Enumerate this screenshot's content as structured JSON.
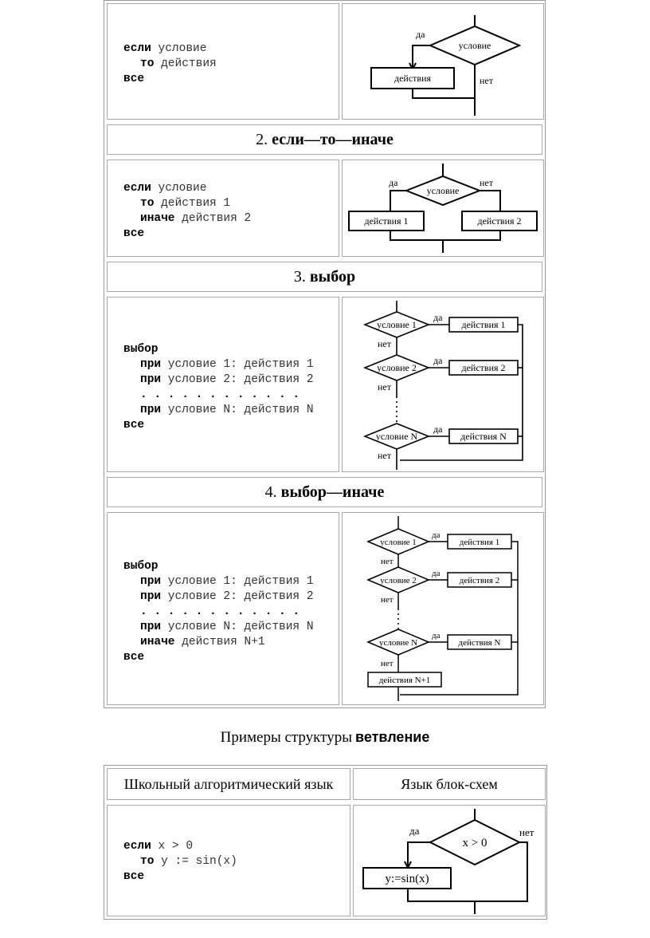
{
  "sections": [
    {
      "code": {
        "line1_kw": "если",
        "line1_text": " условие",
        "line2_kw": "то",
        "line2_text": " действия",
        "line3_kw": "все"
      },
      "diagram": {
        "cond": "условие",
        "yes": "да",
        "no": "нет",
        "action": "действия"
      }
    },
    {
      "heading_num": "2.",
      "heading_title": "если—то—иначе",
      "code": {
        "line1_kw": "если",
        "line1_text": " условие",
        "line2_kw": "то",
        "line2_text": " действия 1",
        "line3_kw": "иначе",
        "line3_text": " действия 2",
        "line4_kw": "все"
      },
      "diagram": {
        "cond": "условие",
        "yes": "да",
        "no": "нет",
        "action1": "действия 1",
        "action2": "действия 2"
      }
    },
    {
      "heading_num": "3.",
      "heading_title": "выбор",
      "code": {
        "l1": "выбор",
        "l2_kw": "при",
        "l2_text": " условие 1: действия 1",
        "l3_kw": "при",
        "l3_text": " условие 2: действия 2",
        "l4": ". . . . . . . . . . . .",
        "l5_kw": "при",
        "l5_text": " условие N: действия N",
        "l6": "все"
      },
      "diagram": {
        "c1": "условие 1",
        "c2": "условие 2",
        "cn": "условие N",
        "a1": "действия 1",
        "a2": "действия 2",
        "an": "действия N",
        "yes": "да",
        "no": "нет"
      }
    },
    {
      "heading_num": "4.",
      "heading_title": "выбор—иначе",
      "code": {
        "l1": "выбор",
        "l2_kw": "при",
        "l2_text": " условие 1: действия 1",
        "l3_kw": "при",
        "l3_text": " условие 2: действия 2",
        "l4": ". . . . . . . . . . . .",
        "l5_kw": "при",
        "l5_text": " условие N: действия N",
        "l6_kw": "иначе",
        "l6_text": " действия N+1",
        "l7": "все"
      },
      "diagram": {
        "c1": "условие 1",
        "c2": "условие 2",
        "cn": "условие N",
        "a1": "действия 1",
        "a2": "действия 2",
        "an": "действия N",
        "else": "действия N+1",
        "yes": "да",
        "no": "нет"
      }
    }
  ],
  "caption": {
    "text": "Примеры структуры",
    "bold": "ветвление"
  },
  "example": {
    "col1": "Школьный алгоритмический язык",
    "col2": "Язык блок-схем",
    "code": {
      "line1_kw": "если",
      "line1_text": " x > 0",
      "line2_kw": "то",
      "line2_text": " y := sin(x)",
      "line3_kw": "все"
    },
    "diagram": {
      "cond": "x > 0",
      "yes": "да",
      "no": "нет",
      "action": "y:=sin(x)"
    }
  }
}
